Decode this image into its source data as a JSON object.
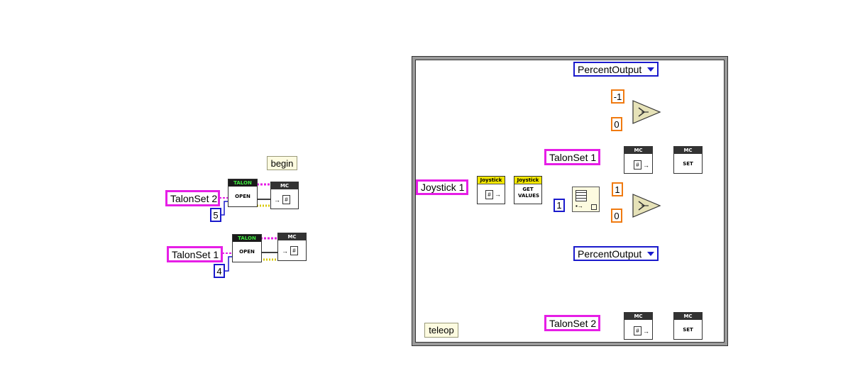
{
  "left": {
    "begin_label": "begin",
    "talonset2": "TalonSet 2",
    "talonset1": "TalonSet 1",
    "id_5": "5",
    "id_4": "4",
    "talon_bar": "TALON",
    "open_text": "OPEN",
    "mc_bar": "MC"
  },
  "teleop": {
    "frame_label": "teleop",
    "joystick": "Joystick 1",
    "joystick_bar": "Joystick",
    "get_values": "GET VALUES",
    "index_const": "1",
    "percent_output_top": "PercentOutput",
    "percent_output_bottom": "PercentOutput",
    "const_neg1": "-1",
    "const_0a": "0",
    "const_1": "1",
    "const_0b": "0",
    "talonset1": "TalonSet 1",
    "talonset2": "TalonSet 2",
    "mc_bar": "MC",
    "set_text": "SET"
  },
  "colors": {
    "refnum_wire": "#e61ee6",
    "int_wire": "#1a1acc",
    "float_wire": "#f07a10",
    "error_wire": "#d8c800",
    "cluster_wire": "#2a9a2a"
  }
}
